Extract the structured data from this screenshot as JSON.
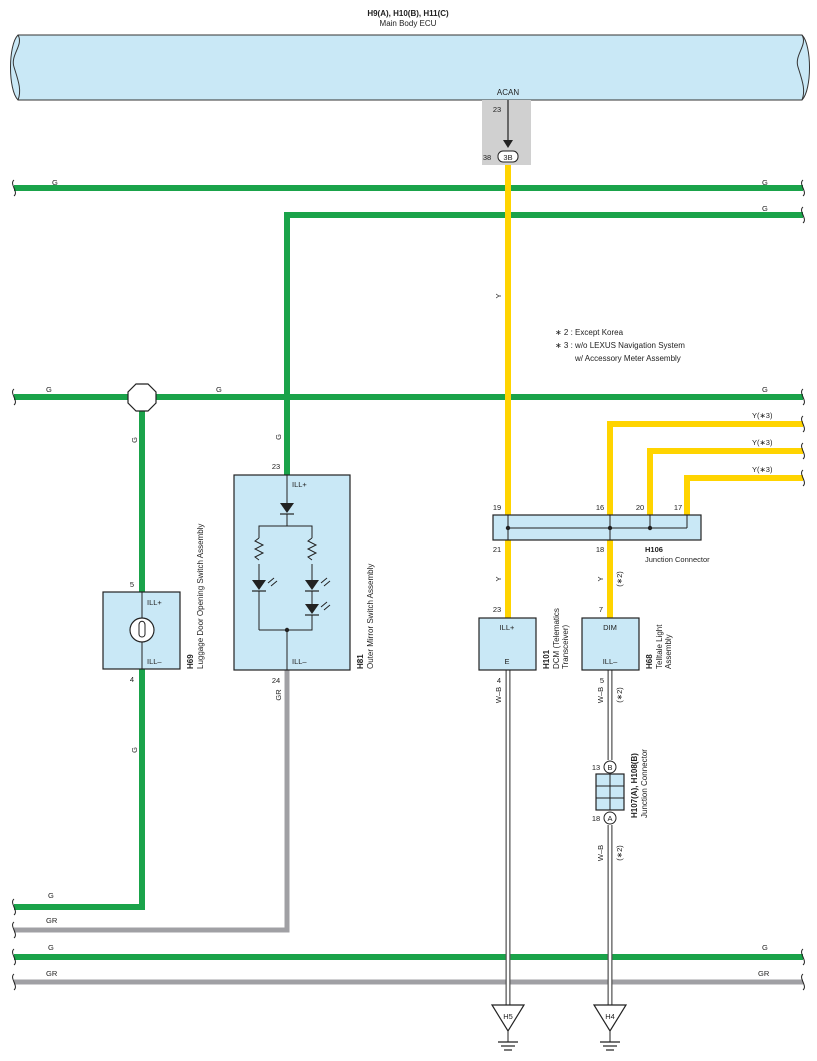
{
  "ecu": {
    "codes": "H9(A), H10(B), H11(C)",
    "name": "Main Body ECU",
    "pin_name": "ACAN",
    "pin_num": "23"
  },
  "joint": {
    "pin_left": "38",
    "circle": "3B"
  },
  "wires": {
    "g": "G",
    "gr": "GR",
    "y": "Y",
    "wb": "W–B",
    "y3": "Y(∗3)",
    "s2": "(∗2)"
  },
  "notes": {
    "n2": "∗ 2 : Except Korea",
    "n3a": "∗ 3 : w/o LEXUS Navigation System",
    "n3b": "w/ Accessory Meter Assembly"
  },
  "h69": {
    "code": "H69",
    "name": "Luggage Door Opening Switch Assembly",
    "pin_top": "5",
    "pin_bottom": "4",
    "term_top": "ILL+",
    "term_bottom": "ILL–"
  },
  "h81": {
    "code": "H81",
    "name": "Outer Mirror Switch Assembly",
    "pin_top": "23",
    "pin_bottom": "24",
    "term_top": "ILL+",
    "term_bottom": "ILL–"
  },
  "h106": {
    "code": "H106",
    "name": "Junction Connector",
    "pins": [
      "19",
      "16",
      "20",
      "17",
      "21",
      "18"
    ]
  },
  "h101": {
    "code": "H101",
    "name1": "DCM (Telematics",
    "name2": "Transceiver)",
    "pin_top": "23",
    "pin_bottom": "4",
    "term_top": "ILL+",
    "term_bottom": "E"
  },
  "h68": {
    "code": "H68",
    "name1": "Telltale Light",
    "name2": "Assembly",
    "pin_top": "7",
    "pin_bottom": "5",
    "term_top": "DIM",
    "term_bottom": "ILL–"
  },
  "h107": {
    "code": "H107(A), H108(B)",
    "name": "Junction Connector",
    "pin_b": "13",
    "pin_a": "18",
    "b": "B",
    "a": "A"
  },
  "grounds": {
    "left": "H5",
    "right": "H4"
  },
  "colors": {
    "green": "#1aa34a",
    "yellow": "#ffd400",
    "gray": "#a0a0a4",
    "component": "#c9e8f6",
    "ecu": "#c9e8f6"
  }
}
